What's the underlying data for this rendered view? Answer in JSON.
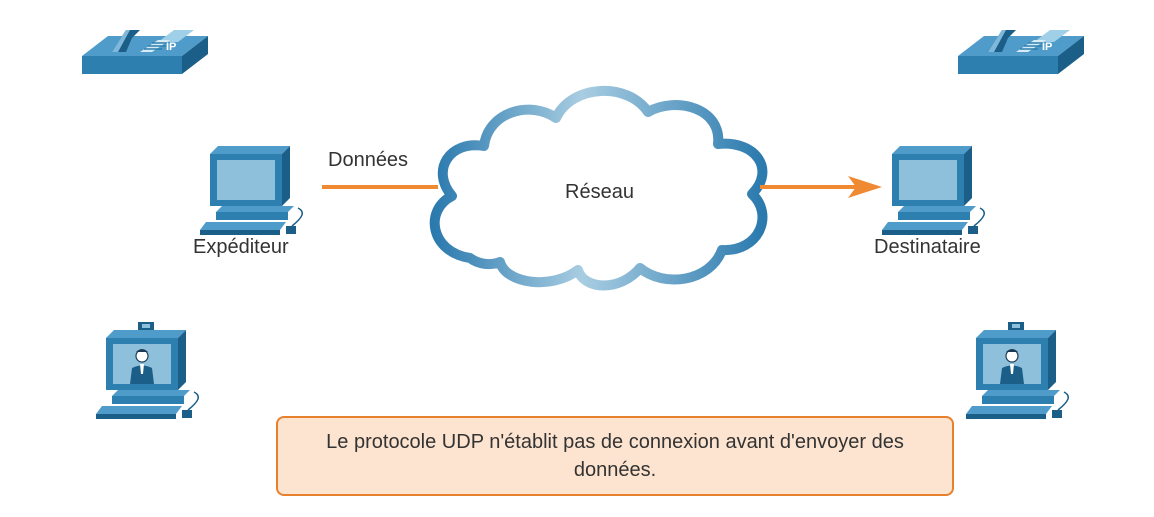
{
  "labels": {
    "data": "Données",
    "network": "Réseau",
    "sender": "Expéditeur",
    "receiver": "Destinataire"
  },
  "phone_badge": "IP",
  "note": "Le protocole UDP n'établit pas de connexion avant d'envoyer des données.",
  "colors": {
    "device_blue": "#2c7fae",
    "device_dark": "#1b5e88",
    "screen": "#8fc0db",
    "arrow": "#f08a32",
    "note_bg": "#fde4d0",
    "note_border": "#e8812e"
  }
}
